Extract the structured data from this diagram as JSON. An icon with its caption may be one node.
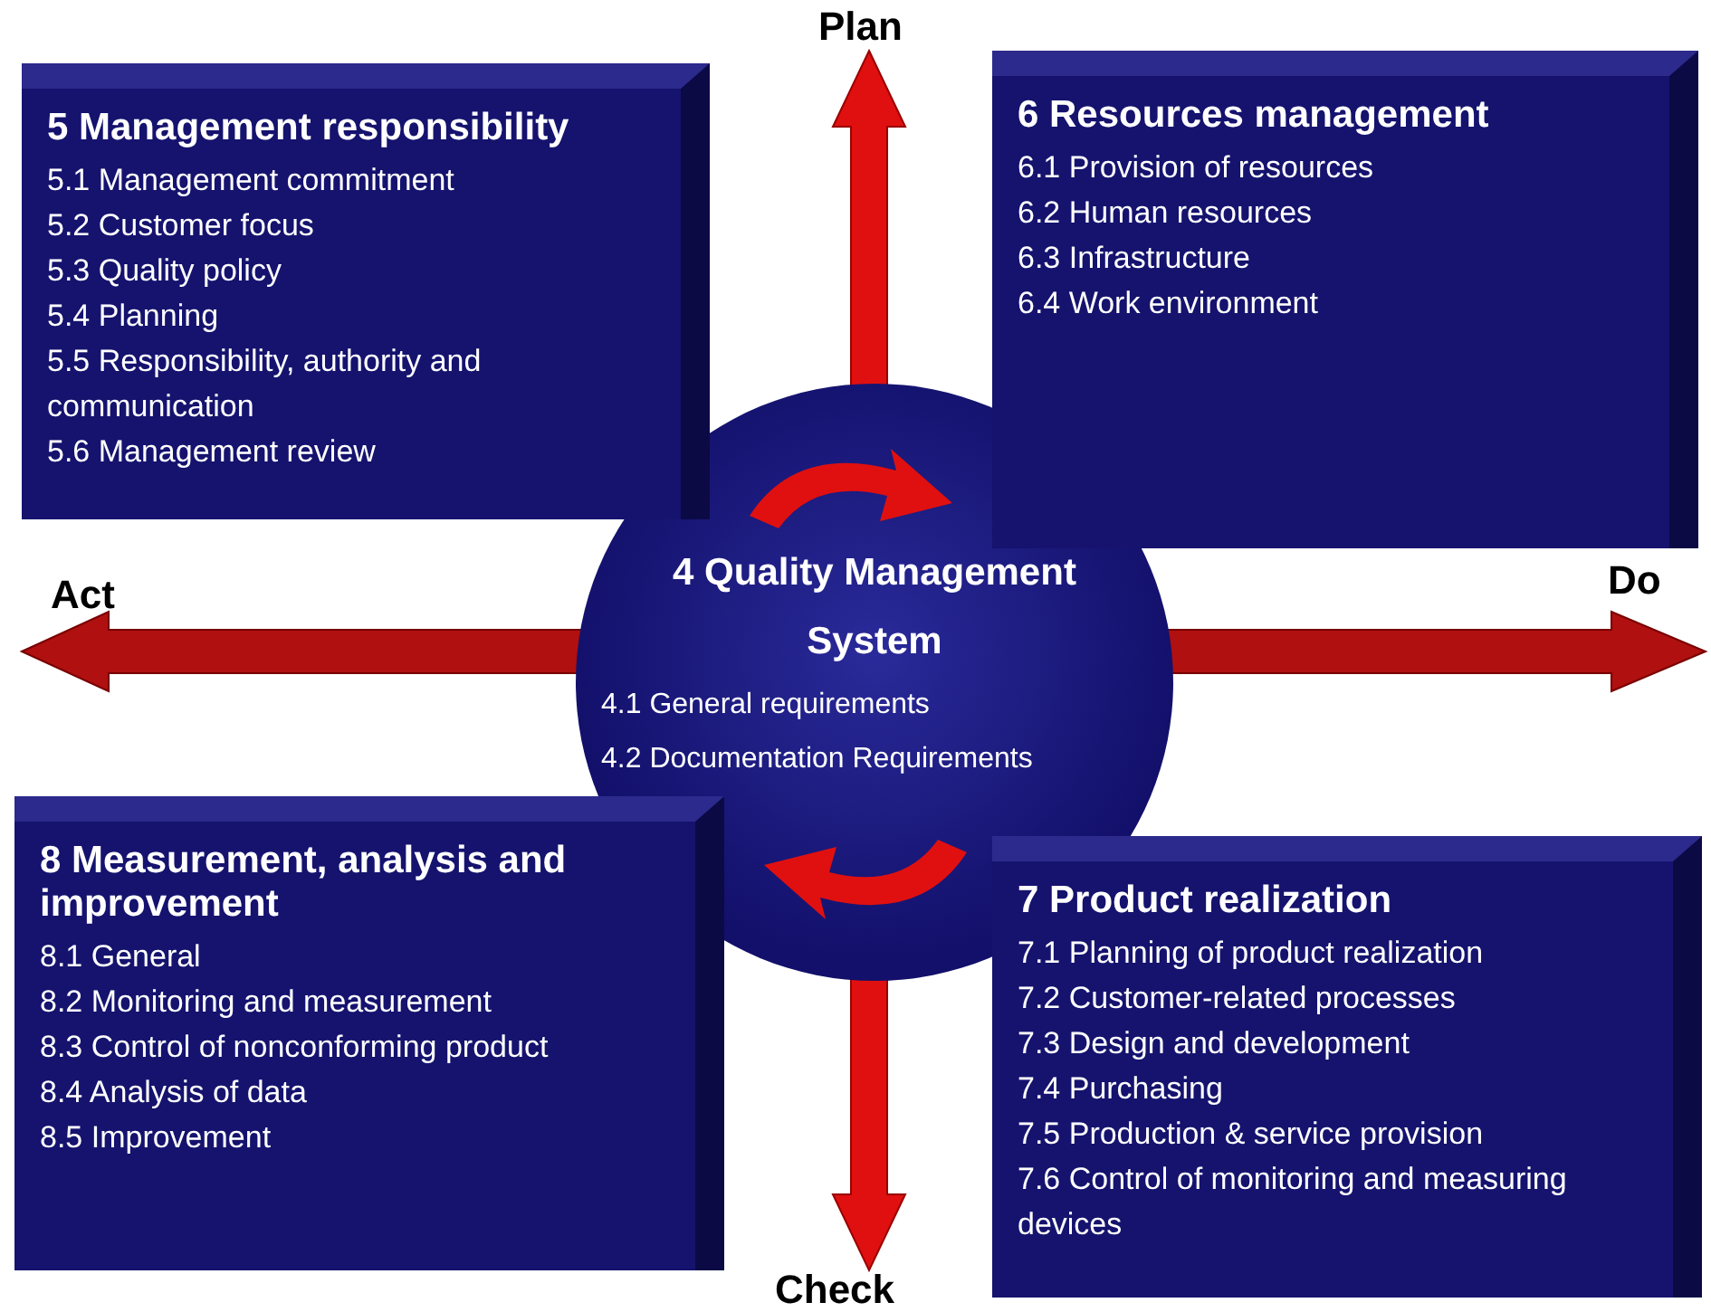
{
  "diagram": {
    "nodes": [
      {
        "text": [
          "5 Management responsibility",
          "5.1 Management commitment",
          "5.2 Customer focus",
          "5.3 Quality policy",
          "5.4 Planning",
          "5.5 Responsibility, authority and communication",
          "5.6 Management review"
        ]
      },
      {
        "text": [
          "6  Resources management",
          "6.1 Provision of resources",
          "6.2 Human resources",
          "6.3 Infrastructure",
          "6.4 Work environment"
        ]
      },
      {
        "text": [
          "4 Quality Management System",
          "4.1 General requirements",
          "4.2 Documentation Requirements"
        ]
      },
      {
        "text": [
          "8 Measurement, analysis and improvement",
          "8.1 General",
          "8.2 Monitoring and measurement",
          "8.3 Control of nonconforming product",
          "8.4 Analysis of data",
          "8.5 Improvement"
        ]
      },
      {
        "text": [
          "7 Product realization",
          "7.1 Planning of product realization",
          "7.2 Customer-related processes",
          "7.3 Design and development",
          "7.4 Purchasing",
          "7.5 Production & service provision",
          "7.6 Control of monitoring and measuring devices"
        ]
      }
    ],
    "labels": [
      "Plan",
      "Act",
      "Do",
      "Check"
    ]
  }
}
